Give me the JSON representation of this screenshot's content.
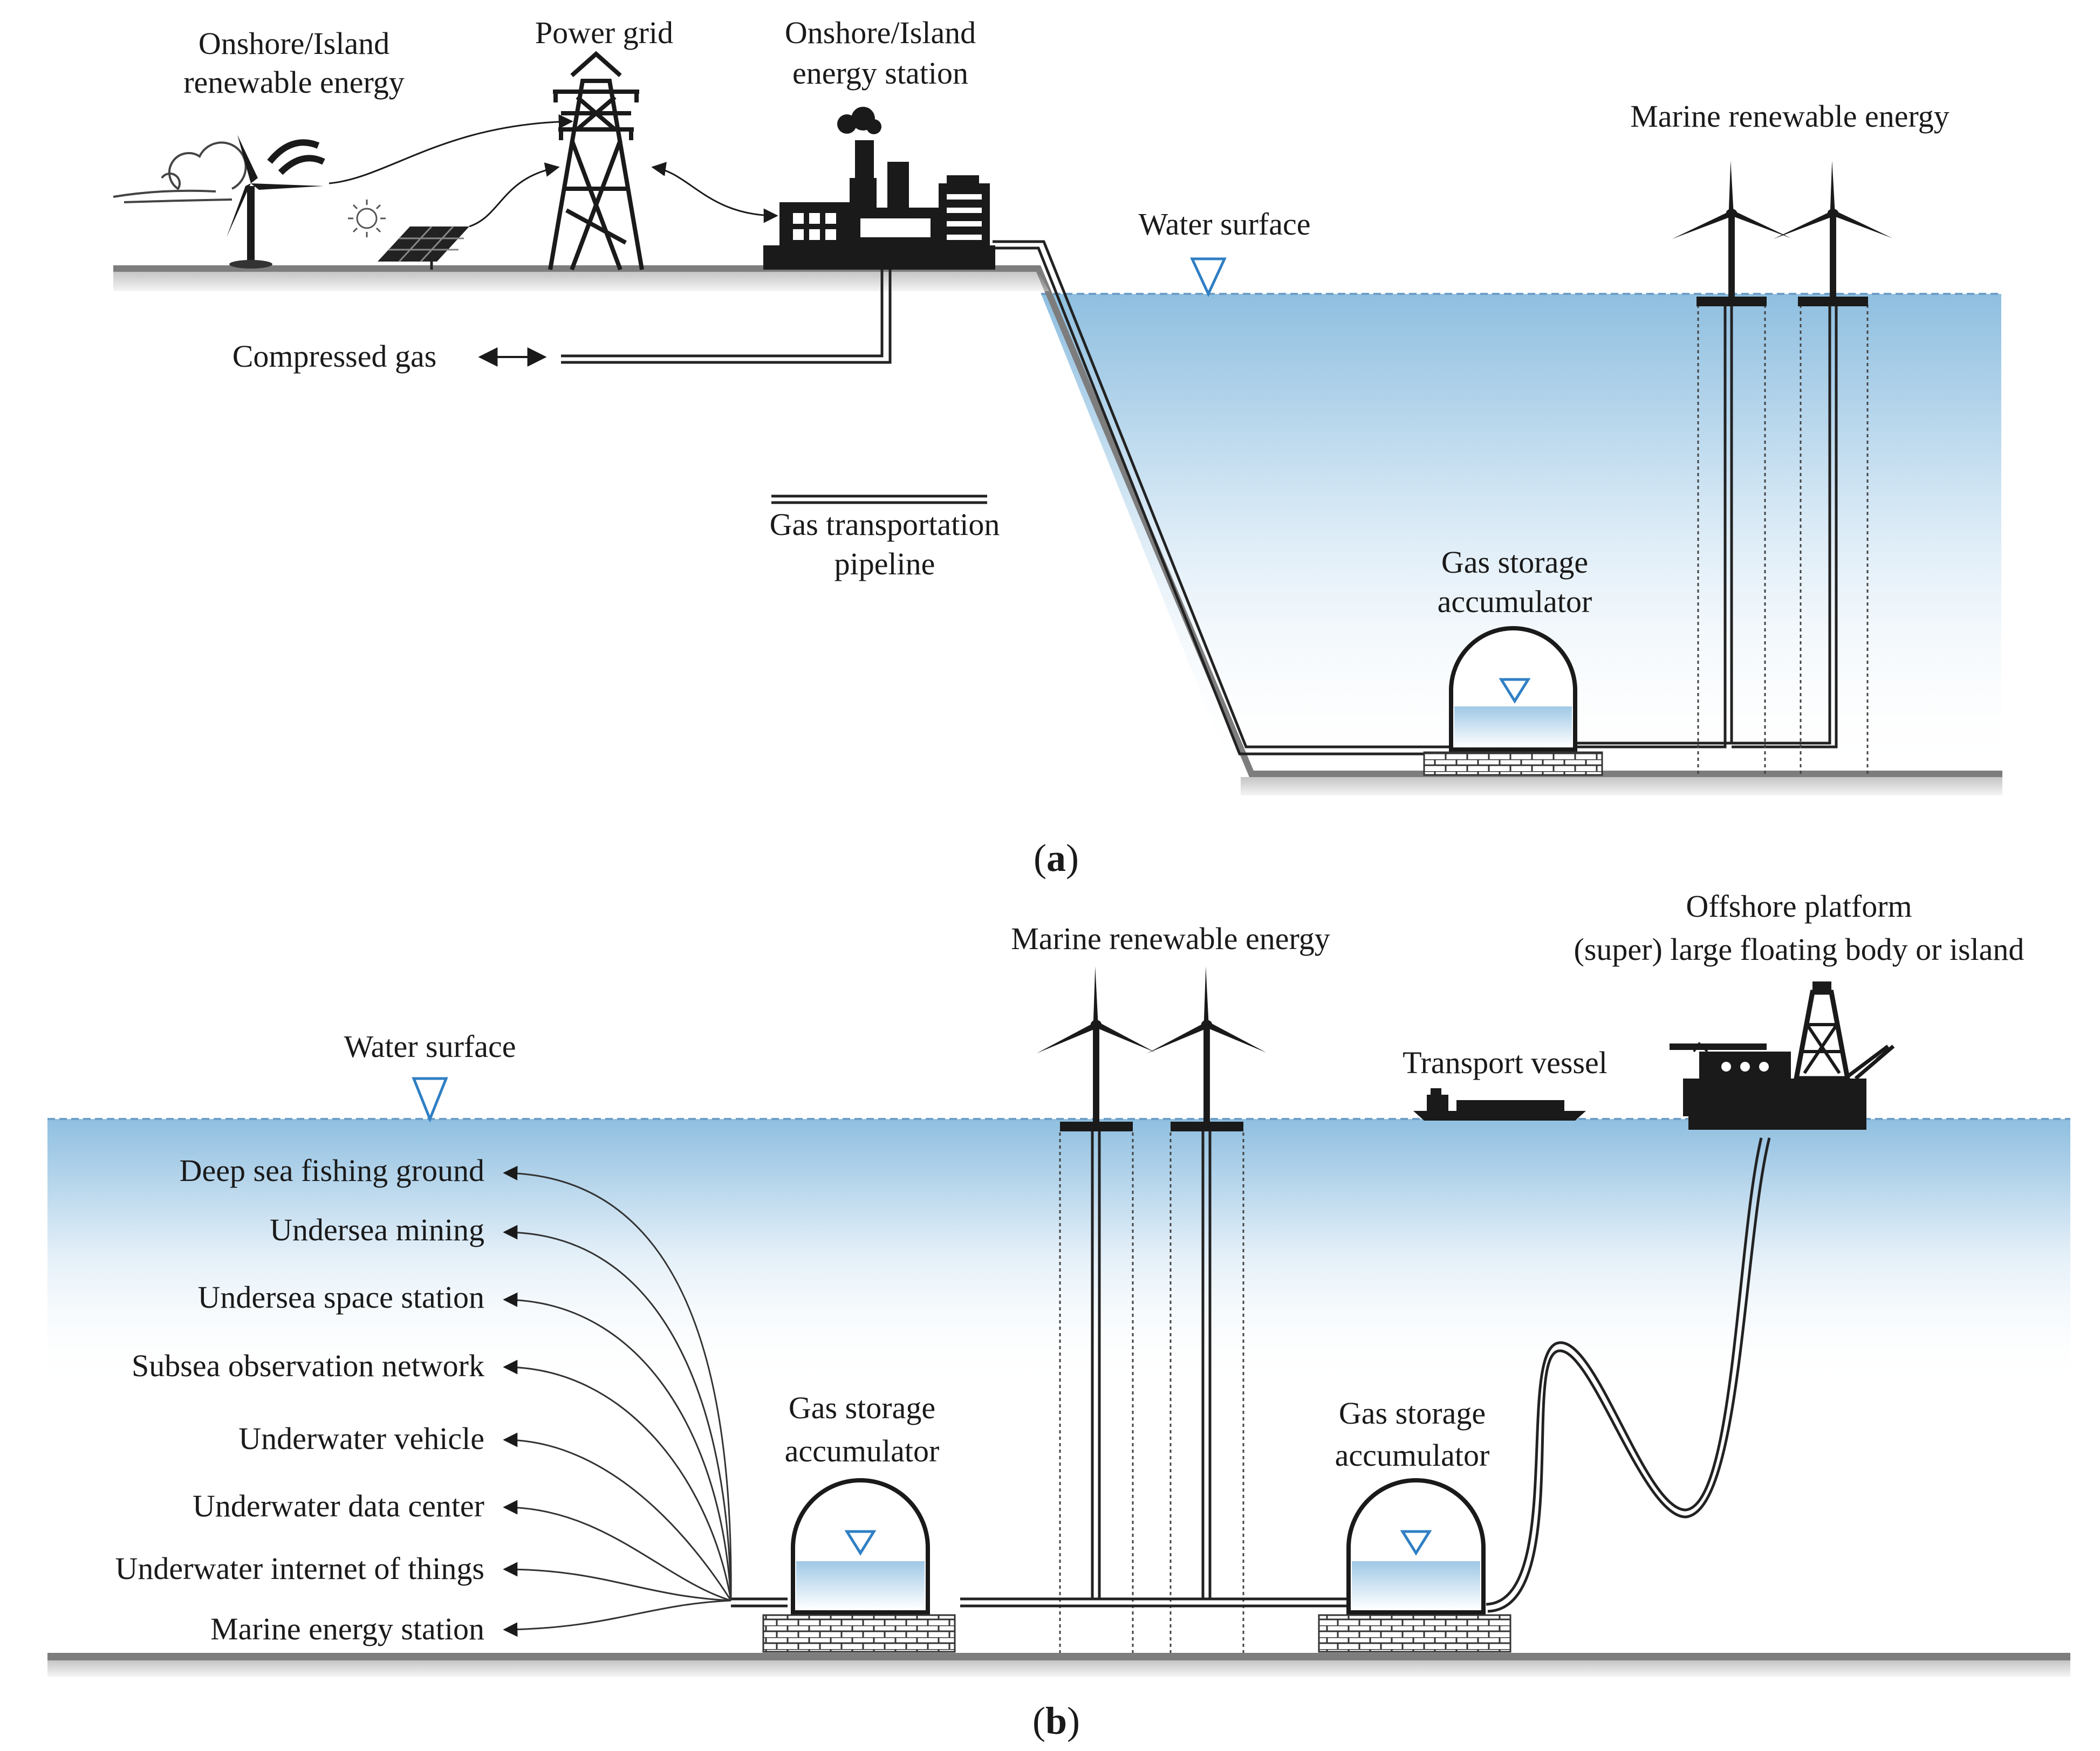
{
  "panel_a": {
    "caption_open": "(",
    "caption_letter": "a",
    "caption_close": ")",
    "onshore_renewable_line1": "Onshore/Island",
    "onshore_renewable_line2": "renewable energy",
    "power_grid": "Power grid",
    "energy_station_line1": "Onshore/Island",
    "energy_station_line2": "energy station",
    "marine_renewable": "Marine renewable energy",
    "water_surface": "Water surface",
    "compressed_gas": "Compressed gas",
    "pipeline_line1": "Gas transportation",
    "pipeline_line2": "pipeline",
    "accumulator_line1": "Gas storage",
    "accumulator_line2": "accumulator"
  },
  "panel_b": {
    "caption_open": "(",
    "caption_letter": "b",
    "caption_close": ")",
    "marine_renewable": "Marine renewable energy",
    "platform_line1": "Offshore platform",
    "platform_line2": "(super) large floating body or island",
    "transport_vessel": "Transport vessel",
    "water_surface": "Water surface",
    "accumulator_left_line1": "Gas storage",
    "accumulator_left_line2": "accumulator",
    "accumulator_right_line1": "Gas storage",
    "accumulator_right_line2": "accumulator",
    "applications": [
      "Deep sea fishing ground",
      "Undersea mining",
      "Undersea space station",
      "Subsea observation network",
      "Underwater vehicle",
      "Underwater data center",
      "Underwater internet of things",
      "Marine energy station"
    ]
  },
  "colors": {
    "water_top": "#8fbfe0",
    "water_bottom": "#ffffff",
    "marker": "#2f7fc4",
    "ground": "#9a9a9a",
    "ink": "#1a1a1a"
  },
  "icons": [
    "wind-turbine-icon",
    "solar-panel-icon",
    "sun-icon",
    "transmission-tower-icon",
    "factory-icon",
    "offshore-wind-turbine-icon",
    "transport-vessel-icon",
    "offshore-platform-icon",
    "gas-storage-dome-icon",
    "water-level-marker-icon"
  ]
}
